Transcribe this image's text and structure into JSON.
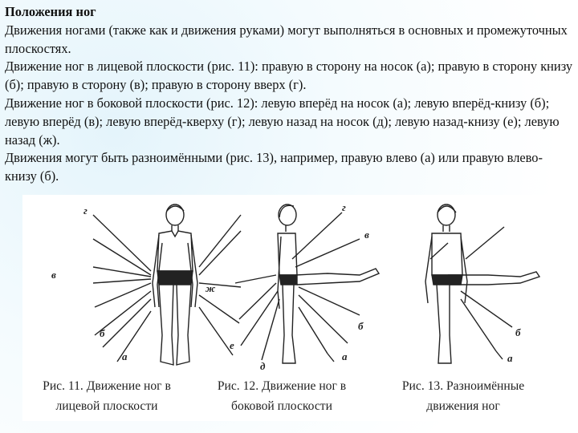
{
  "text": {
    "heading": "Положения ног",
    "p1": "Движения ногами (также как и движения руками) могут выполняться в основных и промежуточных плоскостях.",
    "p2": "Движение ног в лицевой плоскости (рис. 11): правую в сторону на носок (а); правую в сторону книзу (б); правую в сторону (в); правую в сторону вверх (г).",
    "p3": "Движение ног в боковой плоскости (рис. 12): левую вперёд на носок (а); левую вперёд-книзу (б); левую вперёд (в); левую вперёд-кверху (г); левую назад на носок (д); левую назад-книзу (е); левую назад (ж).",
    "p4": "Движения могут быть разноимёнными (рис. 13), например, правую влево (а) или правую влево-книзу (б)."
  },
  "figures": {
    "fig11": {
      "labels": {
        "g": "г",
        "v": "в",
        "b": "б",
        "a": "а"
      },
      "caption_line1": "Рис. 11. Движение ног в",
      "caption_line2": "лицевой плоскости"
    },
    "fig12": {
      "labels": {
        "g": "г",
        "v": "в",
        "zh": "ж",
        "b": "б",
        "e": "е",
        "d": "д",
        "a": "а"
      },
      "caption_line1": "Рис. 12. Движение ног в",
      "caption_line2": "боковой плоскости"
    },
    "fig13": {
      "labels": {
        "b": "б",
        "a": "а"
      },
      "caption_line1": "Рис. 13. Разноимённые",
      "caption_line2": "движения ног"
    }
  }
}
